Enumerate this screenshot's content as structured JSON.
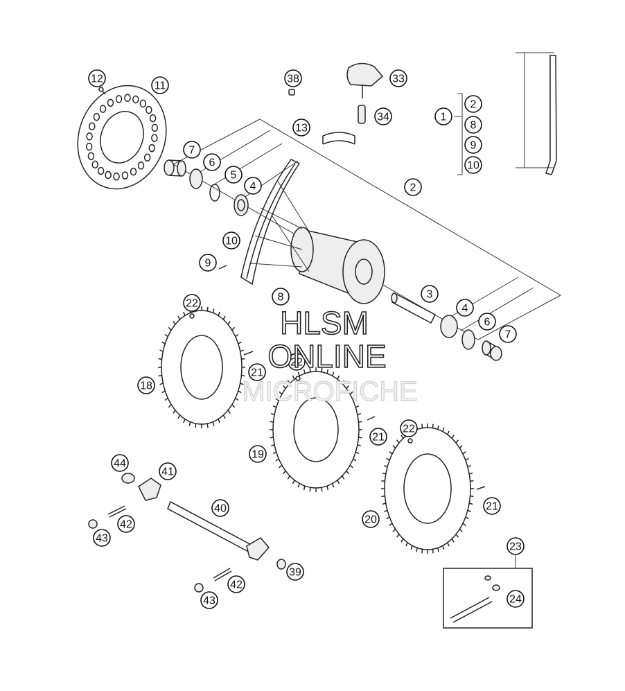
{
  "callouts": [
    {
      "id": "c11",
      "label": "11"
    },
    {
      "id": "c12",
      "label": "12"
    },
    {
      "id": "c38",
      "label": "38"
    },
    {
      "id": "c33",
      "label": "33"
    },
    {
      "id": "c34",
      "label": "34"
    },
    {
      "id": "c13",
      "label": "13"
    },
    {
      "id": "c1",
      "label": "1"
    },
    {
      "id": "c1a",
      "label": "2"
    },
    {
      "id": "c1b",
      "label": "8"
    },
    {
      "id": "c1c",
      "label": "9"
    },
    {
      "id": "c1d",
      "label": "10"
    },
    {
      "id": "c7a",
      "label": "7"
    },
    {
      "id": "c6a",
      "label": "6"
    },
    {
      "id": "c5",
      "label": "5"
    },
    {
      "id": "c4a",
      "label": "4"
    },
    {
      "id": "c2",
      "label": "2"
    },
    {
      "id": "c10",
      "label": "10"
    },
    {
      "id": "c9",
      "label": "9"
    },
    {
      "id": "c8",
      "label": "8"
    },
    {
      "id": "c3",
      "label": "3"
    },
    {
      "id": "c4b",
      "label": "4"
    },
    {
      "id": "c6b",
      "label": "6"
    },
    {
      "id": "c7b",
      "label": "7"
    },
    {
      "id": "c22a",
      "label": "22"
    },
    {
      "id": "c18",
      "label": "18"
    },
    {
      "id": "c21a",
      "label": "21"
    },
    {
      "id": "c22b",
      "label": "22"
    },
    {
      "id": "c19",
      "label": "19"
    },
    {
      "id": "c21b",
      "label": "21"
    },
    {
      "id": "c22c",
      "label": "22"
    },
    {
      "id": "c20",
      "label": "20"
    },
    {
      "id": "c21c",
      "label": "21"
    },
    {
      "id": "c44",
      "label": "44"
    },
    {
      "id": "c41",
      "label": "41"
    },
    {
      "id": "c40",
      "label": "40"
    },
    {
      "id": "c42a",
      "label": "42"
    },
    {
      "id": "c43a",
      "label": "43"
    },
    {
      "id": "c39",
      "label": "39"
    },
    {
      "id": "c42b",
      "label": "42"
    },
    {
      "id": "c43b",
      "label": "43"
    },
    {
      "id": "c23",
      "label": "23"
    },
    {
      "id": "c24",
      "label": "24"
    }
  ],
  "watermark": {
    "line1": "HLSM",
    "line2": "ONLINE",
    "line3": "MICROFICHE"
  }
}
